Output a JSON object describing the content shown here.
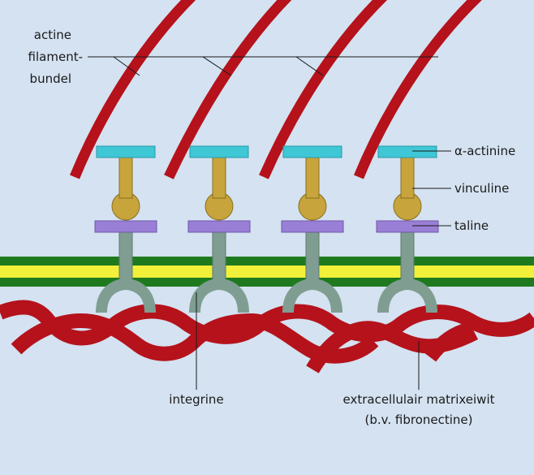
{
  "labels": {
    "actin_line1": "actine",
    "actin_line2": "filament-",
    "actin_line3": "bundel",
    "alpha_actinin": "α-actinine",
    "vinculin": "vinculine",
    "talin": "taline",
    "integrin": "integrine",
    "ecm_line1": "extracellulair matrixeiwit",
    "ecm_line2": "(b.v. fibronectine)"
  },
  "colors": {
    "background": "#d4e2f1",
    "actin": "#b5121b",
    "alpha_actinin": "#3fc7d6",
    "vinculin": "#c7a43c",
    "talin": "#9a7fd6",
    "integrin": "#7f9e91",
    "membrane_green": "#1f7a1f",
    "membrane_yellow": "#f2f03a",
    "fibronectin": "#b5121b"
  }
}
